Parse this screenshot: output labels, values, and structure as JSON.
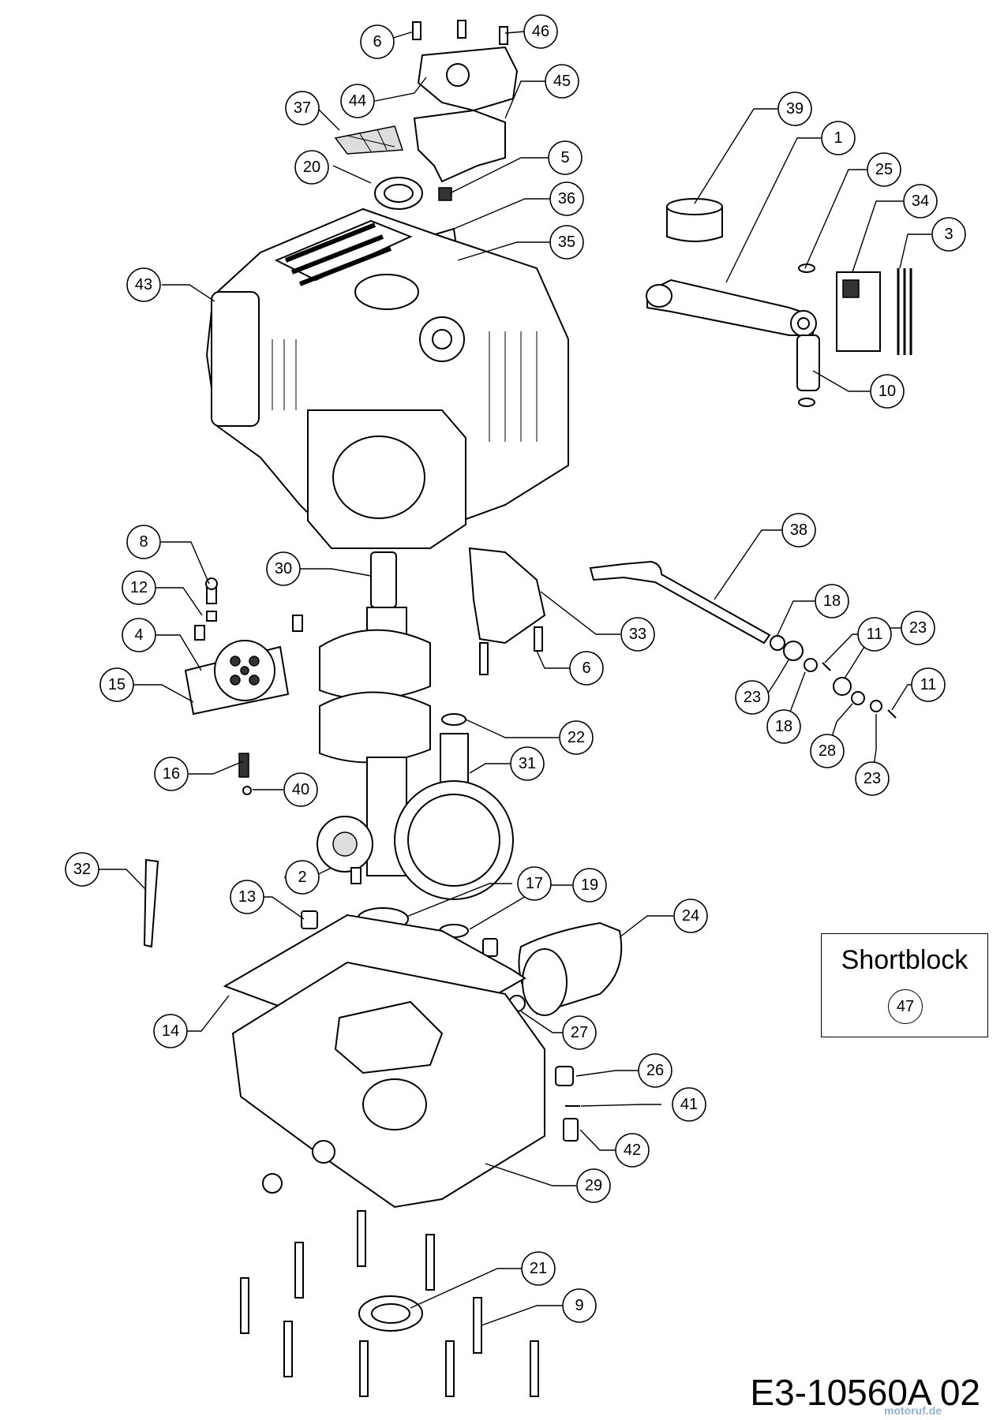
{
  "diagram": {
    "code": "E3-10560A 02",
    "legend": {
      "title": "Shortblock",
      "number": "47"
    },
    "watermark": "motoruf.de",
    "callouts": [
      "6",
      "46",
      "44",
      "45",
      "37",
      "20",
      "5",
      "36",
      "35",
      "43",
      "39",
      "1",
      "25",
      "34",
      "3",
      "10",
      "8",
      "12",
      "4",
      "15",
      "16",
      "40",
      "30",
      "33",
      "6",
      "38",
      "18",
      "11",
      "23",
      "23",
      "18",
      "11",
      "28",
      "23",
      "22",
      "31",
      "32",
      "2",
      "13",
      "17",
      "19",
      "24",
      "14",
      "27",
      "26",
      "41",
      "42",
      "29",
      "21",
      "9"
    ]
  }
}
